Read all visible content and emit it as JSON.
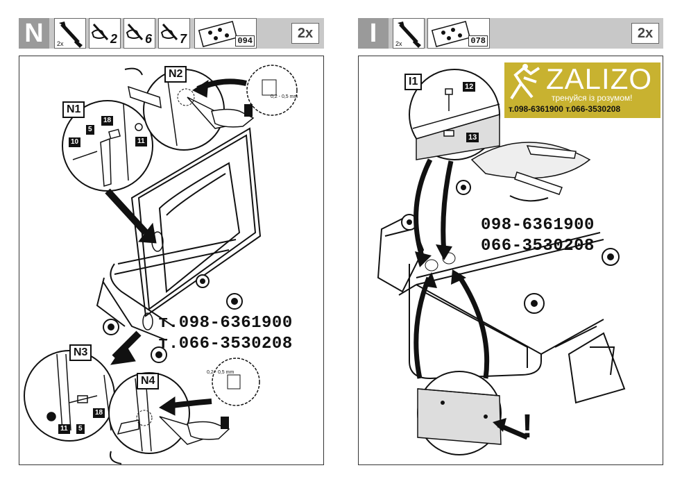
{
  "left_step": {
    "letter": "N",
    "multiplier": "2x",
    "tool_qty": "2x",
    "tool_refs": [
      "2",
      "6",
      "7"
    ],
    "parts_code": "094",
    "callouts": [
      "N1",
      "N2",
      "N3",
      "N4"
    ],
    "n1_parts": [
      "18",
      "5",
      "10",
      "11"
    ],
    "n3_parts": [
      "18",
      "11",
      "5"
    ],
    "torque_n2": "0,2 - 0,5 mm",
    "torque_n4": "0,2 - 0,5 mm",
    "phone_1": "т.098-6361900",
    "phone_2": "т.066-3530208"
  },
  "right_step": {
    "letter": "I",
    "multiplier": "2x",
    "tool_qty": "2x",
    "parts_code": "078",
    "callouts": [
      "I1"
    ],
    "i1_parts": [
      "12",
      "13"
    ],
    "phone_1": "098-6361900",
    "phone_2": "066-3530208",
    "warning": "!"
  },
  "logo": {
    "brand": "ZALIZO",
    "slogan": "тренуйся із розумом!",
    "phones": "т.098-6361900 т.066-3530208"
  },
  "colors": {
    "header": "#c8c8c8",
    "letter_bg": "#9a9a9a",
    "logo_bg": "#c8b230"
  }
}
